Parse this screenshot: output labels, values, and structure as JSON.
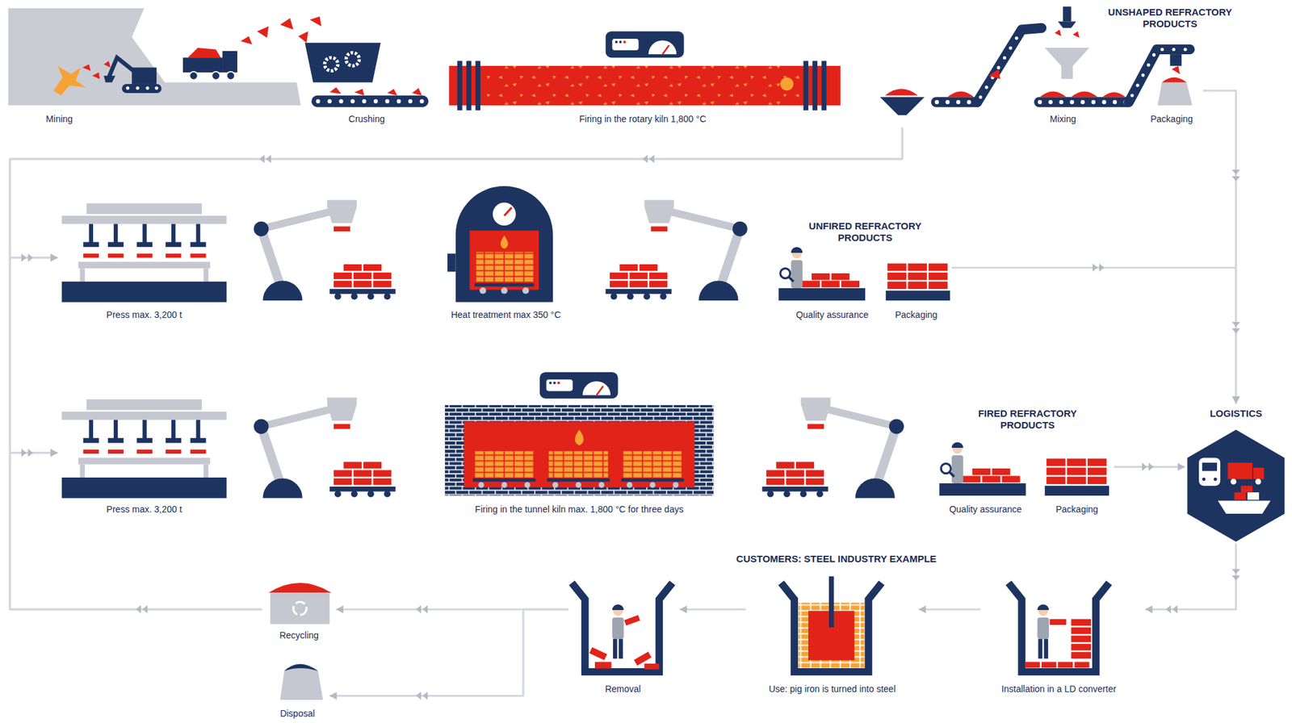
{
  "diagram": {
    "nodes": [
      {
        "text": [
          "Mining"
        ]
      },
      {
        "text": [
          "Crushing"
        ]
      },
      {
        "text": [
          "Firing in the rotary kiln 1,800 °C"
        ]
      },
      {
        "text": [
          "Mixing"
        ]
      },
      {
        "text": [
          "Packaging"
        ]
      },
      {
        "text": [
          "Press max. 3,200 t"
        ]
      },
      {
        "text": [
          "Heat treatment max 350 °C"
        ]
      },
      {
        "text": [
          "Quality assurance"
        ]
      },
      {
        "text": [
          "Packaging"
        ]
      },
      {
        "text": [
          "Press max. 3,200 t"
        ]
      },
      {
        "text": [
          "Firing in the tunnel kiln max. 1,800 °C for three days"
        ]
      },
      {
        "text": [
          "Quality assurance"
        ]
      },
      {
        "text": [
          "Packaging"
        ]
      },
      {
        "text": [
          "LOGISTICS"
        ]
      },
      {
        "text": [
          "Installation in a LD converter"
        ]
      },
      {
        "text": [
          "Use: pig iron is turned into steel"
        ]
      },
      {
        "text": [
          "Removal"
        ]
      },
      {
        "text": [
          "Recycling"
        ]
      },
      {
        "text": [
          "Disposal"
        ]
      }
    ],
    "edges": [
      {
        "from": 2,
        "to": 5,
        "arrow": "to"
      },
      {
        "from": 2,
        "to": 9,
        "arrow": "to"
      },
      {
        "from": 4,
        "to": 13,
        "arrow": "to"
      },
      {
        "from": 8,
        "to": 13,
        "arrow": "to"
      },
      {
        "from": 12,
        "to": 13,
        "arrow": "to"
      },
      {
        "from": 13,
        "to": 14,
        "arrow": "to"
      },
      {
        "from": 14,
        "to": 15,
        "arrow": "to"
      },
      {
        "from": 15,
        "to": 16,
        "arrow": "to"
      },
      {
        "from": 16,
        "to": 17,
        "arrow": "to"
      },
      {
        "from": 16,
        "to": 18,
        "arrow": "to"
      },
      {
        "from": 17,
        "to": 5,
        "arrow": "to"
      },
      {
        "from": 17,
        "to": 9,
        "arrow": "to"
      }
    ],
    "labels": [
      "UNSHAPED REFRACTORY PRODUCTS",
      "UNFIRED REFRACTORY PRODUCTS",
      "FIRED REFRACTORY PRODUCTS",
      "CUSTOMERS: STEEL INDUSTRY EXAMPLE"
    ]
  }
}
